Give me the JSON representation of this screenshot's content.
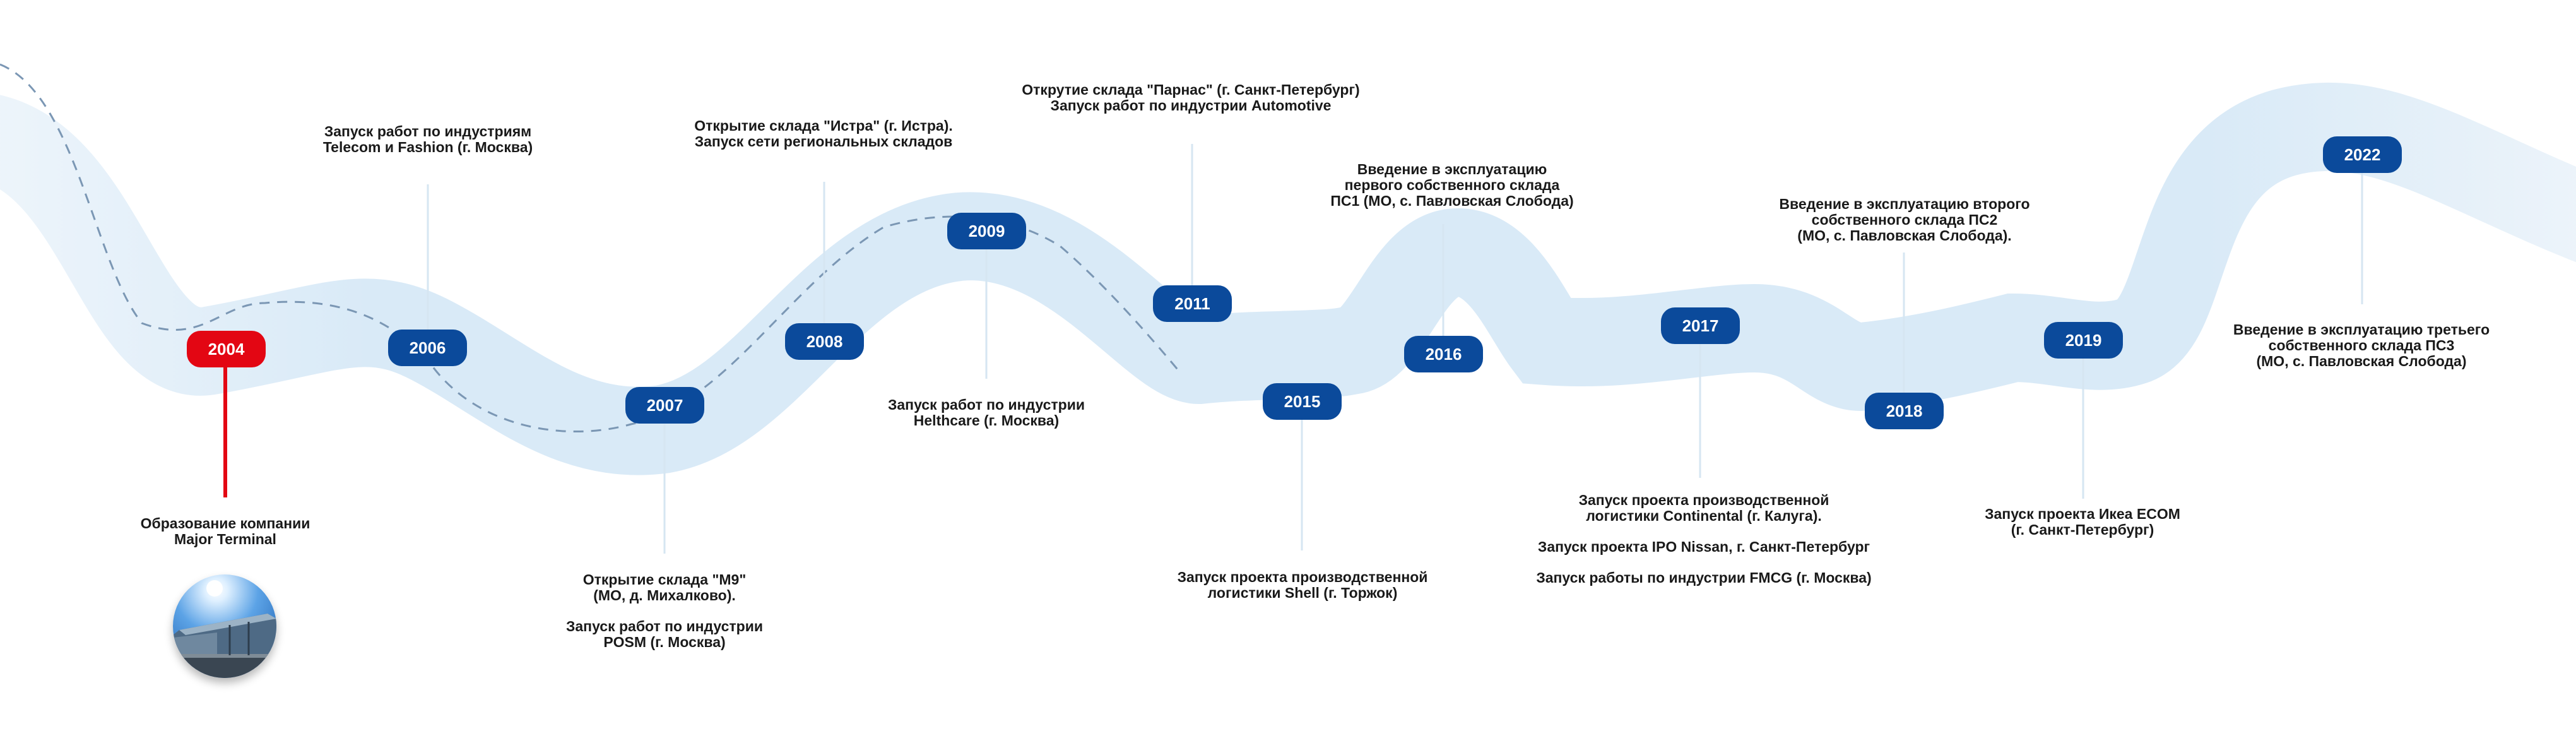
{
  "colors": {
    "accent": "#0b4a9b",
    "start": "#e30613",
    "path": "#d9eaf7",
    "connector": "#d6e6f2"
  },
  "milestones": [
    {
      "year": "2004",
      "color": "#e30613",
      "lines": [
        "Образование компании",
        "Major Terminal"
      ]
    },
    {
      "year": "2006",
      "lines": [
        "Запуск работ по индустриям",
        "Telecom и Fashion (г. Москва)"
      ]
    },
    {
      "year": "2007",
      "lines": [
        "Открытие склада \"М9\"",
        "(МО, д. Михалково).",
        "",
        "Запуск работ по индустрии",
        "POSM (г. Москва)"
      ]
    },
    {
      "year": "2008",
      "lines": [
        "Открытие склада \"Истра\" (г. Истра).",
        "Запуск сети региональных складов"
      ]
    },
    {
      "year": "2009",
      "lines": [
        "Запуск работ по индустрии",
        "Helthcare (г. Москва)"
      ]
    },
    {
      "year": "2011",
      "lines": [
        "Открутие склада \"Парнас\" (г. Санкт-Петербург)",
        "Запуск работ по индустрии Automotive"
      ]
    },
    {
      "year": "2015",
      "lines": [
        "Запуск проекта производственной",
        "логистики Shell (г. Торжок)"
      ]
    },
    {
      "year": "2016",
      "lines": [
        "Введение в эксплуатацию",
        "первого собственного склада",
        "ПС1 (МО, с. Павловская Слобода)"
      ]
    },
    {
      "year": "2017",
      "lines": [
        "Запуск проекта производственной",
        "логистики Continental (г. Калуга).",
        "",
        "Запуск проекта IPO Nissan, г. Санкт-Петербург",
        "",
        "Запуск работы по индустрии FMCG (г. Москва)"
      ]
    },
    {
      "year": "2018",
      "lines": [
        "Введение в эксплуатацию второго",
        "собственного склада ПС2",
        "(МО, с. Павловская Слобода)."
      ]
    },
    {
      "year": "2019",
      "lines": [
        "Запуск проекта Икеа ECOM",
        "(г. Санкт-Петербург)"
      ]
    },
    {
      "year": "2022",
      "lines": [
        "Введение в эксплуатацию третьего",
        "собственного склада ПС3",
        "(МО, с. Павловская Слобода)"
      ]
    }
  ]
}
